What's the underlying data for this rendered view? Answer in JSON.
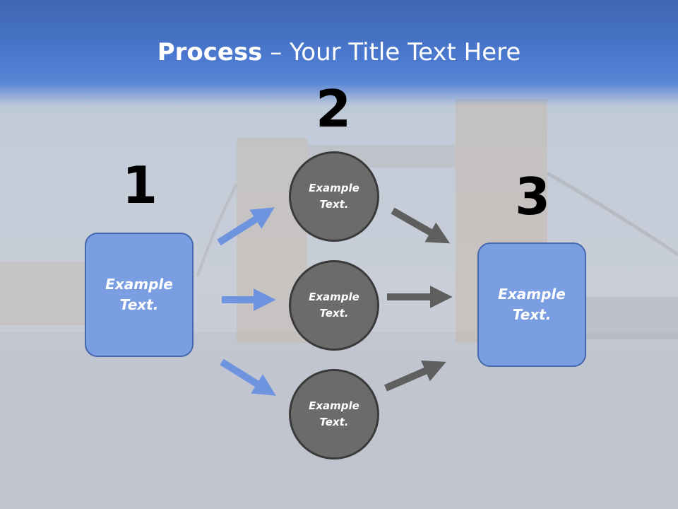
{
  "title": {
    "bold": "Process",
    "rest": " – Your Title Text Here"
  },
  "steps": [
    {
      "number": "1",
      "text": "Example\nText."
    },
    {
      "number": "2",
      "nodes": [
        "Example\nText.",
        "Example\nText.",
        "Example\nText."
      ]
    },
    {
      "number": "3",
      "text": "Example\nText."
    }
  ],
  "colors": {
    "title_band": "#4b79cf",
    "box_fill": "#7b9de2",
    "circle_fill": "#6b6b6b",
    "blue_arrow": "#6e93df",
    "gray_arrow": "#5f5f5f"
  }
}
